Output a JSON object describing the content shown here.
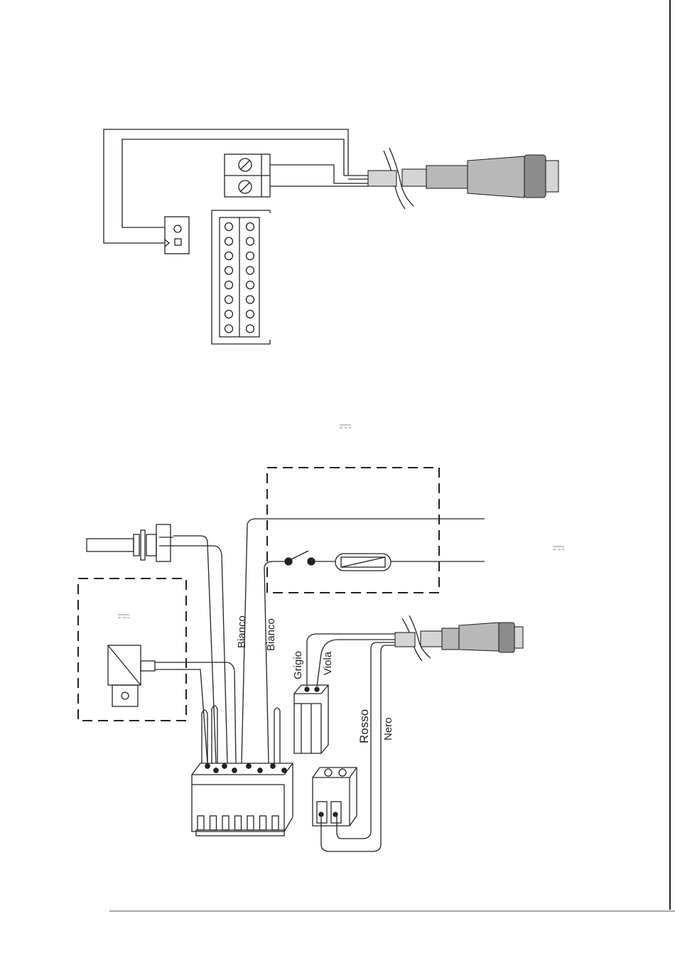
{
  "wire_labels": {
    "bianco_1": "Bianco",
    "bianco_2": "Bianco",
    "grigio": "Grigio",
    "viola": "Viola",
    "rosso": "Rosso",
    "nero": "Nero"
  },
  "dc_symbols": [
    "⎓",
    "⎓",
    "⎓"
  ],
  "colors": {
    "line": "#222222",
    "cable_light": "#d4d4d4",
    "cable_mid": "#b8b8b8",
    "cable_dark": "#8c8c8c",
    "rule": "#888888"
  }
}
